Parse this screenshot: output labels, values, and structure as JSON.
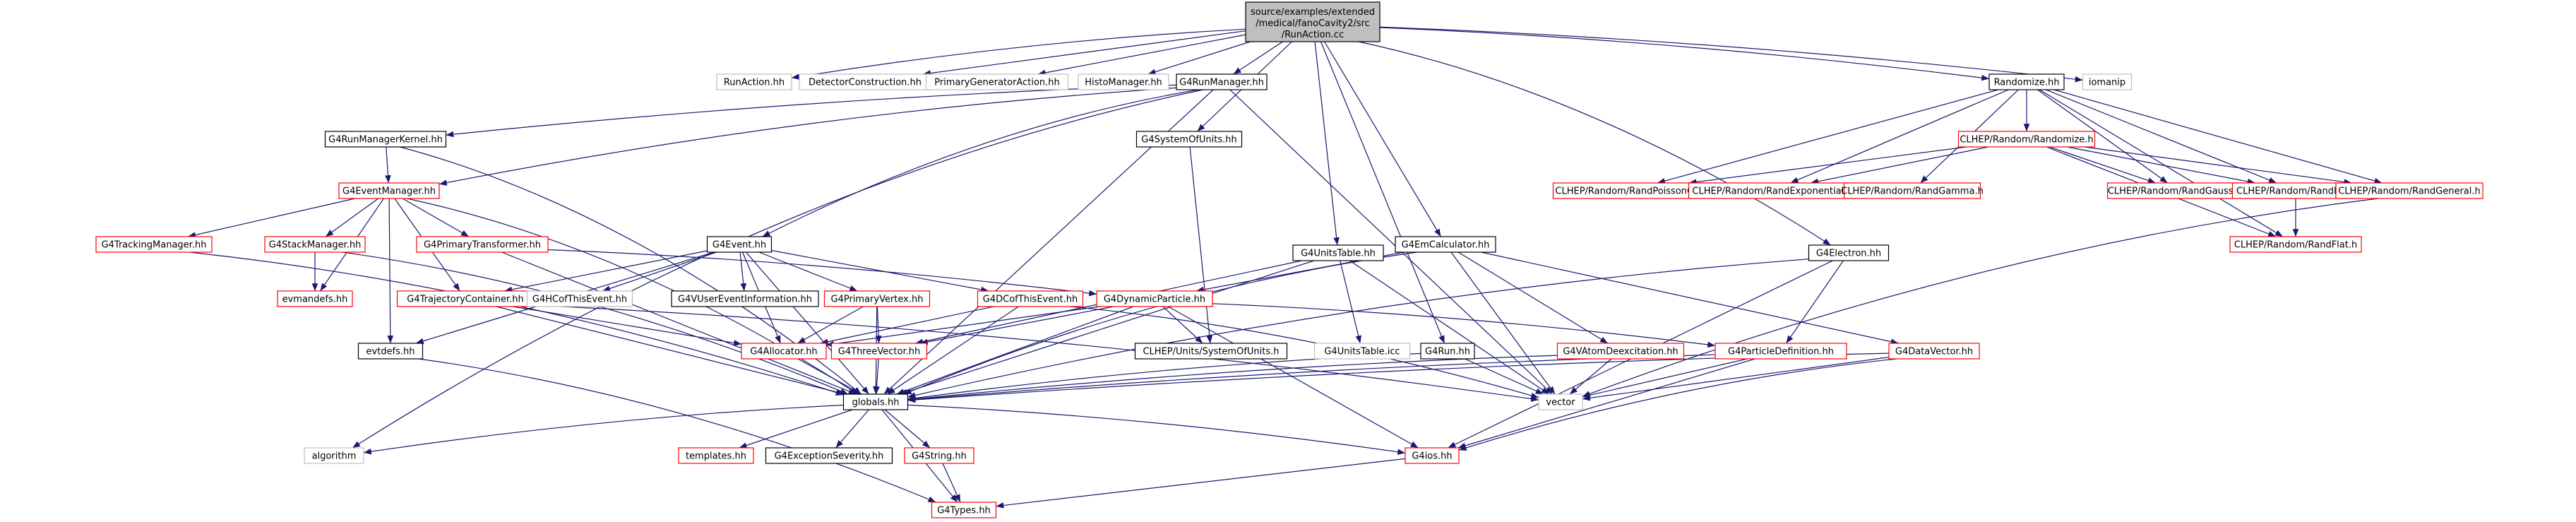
{
  "diagram": {
    "root": {
      "lines": [
        "source/examples/extended",
        "/medical/fanoCavity2/src",
        "/RunAction.cc"
      ],
      "fill": "#bfbfbf",
      "stroke": "#000000"
    },
    "colors": {
      "edge": "#191970",
      "normal_border": "#000000",
      "missing_border": "#bfbfbf",
      "linked_border": "#ff0000"
    },
    "nodes": [
      {
        "id": "RunAction.hh",
        "label": "RunAction.hh",
        "style": "missing"
      },
      {
        "id": "DetectorConstruction.hh",
        "label": "DetectorConstruction.hh",
        "style": "missing"
      },
      {
        "id": "PrimaryGeneratorAction.hh",
        "label": "PrimaryGeneratorAction.hh",
        "style": "missing"
      },
      {
        "id": "HistoManager.hh",
        "label": "HistoManager.hh",
        "style": "missing"
      },
      {
        "id": "G4RunManager.hh",
        "label": "G4RunManager.hh",
        "style": "normal"
      },
      {
        "id": "Randomize.hh",
        "label": "Randomize.hh",
        "style": "normal"
      },
      {
        "id": "iomanip",
        "label": "iomanip",
        "style": "missing"
      },
      {
        "id": "G4RunManagerKernel.hh",
        "label": "G4RunManagerKernel.hh",
        "style": "normal"
      },
      {
        "id": "G4SystemOfUnits.hh",
        "label": "G4SystemOfUnits.hh",
        "style": "normal"
      },
      {
        "id": "CLHEP/Random/Randomize.h",
        "label": "CLHEP/Random/Randomize.h",
        "style": "linked"
      },
      {
        "id": "G4EventManager.hh",
        "label": "G4EventManager.hh",
        "style": "linked"
      },
      {
        "id": "CLHEP/Random/RandPoissonQ.h",
        "label": "CLHEP/Random/RandPoissonQ.h",
        "style": "linked"
      },
      {
        "id": "CLHEP/Random/RandExponential.h",
        "label": "CLHEP/Random/RandExponential.h",
        "style": "linked"
      },
      {
        "id": "CLHEP/Random/RandGamma.h",
        "label": "CLHEP/Random/RandGamma.h",
        "style": "linked"
      },
      {
        "id": "CLHEP/Random/RandGaussQ.h",
        "label": "CLHEP/Random/RandGaussQ.h",
        "style": "linked"
      },
      {
        "id": "CLHEP/Random/RandBit.h",
        "label": "CLHEP/Random/RandBit.h",
        "style": "linked"
      },
      {
        "id": "CLHEP/Random/RandGeneral.h",
        "label": "CLHEP/Random/RandGeneral.h",
        "style": "linked"
      },
      {
        "id": "G4TrackingManager.hh",
        "label": "G4TrackingManager.hh",
        "style": "linked"
      },
      {
        "id": "G4StackManager.hh",
        "label": "G4StackManager.hh",
        "style": "linked"
      },
      {
        "id": "G4PrimaryTransformer.hh",
        "label": "G4PrimaryTransformer.hh",
        "style": "linked"
      },
      {
        "id": "G4Event.hh",
        "label": "G4Event.hh",
        "style": "normal"
      },
      {
        "id": "G4EmCalculator.hh",
        "label": "G4EmCalculator.hh",
        "style": "normal"
      },
      {
        "id": "CLHEP/Random/RandFlat.h",
        "label": "CLHEP/Random/RandFlat.h",
        "style": "linked"
      },
      {
        "id": "G4Electron.hh",
        "label": "G4Electron.hh",
        "style": "normal"
      },
      {
        "id": "evmandefs.hh",
        "label": "evmandefs.hh",
        "style": "linked"
      },
      {
        "id": "G4TrajectoryContainer.hh",
        "label": "G4TrajectoryContainer.hh",
        "style": "linked"
      },
      {
        "id": "G4HCofThisEvent.hh",
        "label": "G4HCofThisEvent.hh",
        "style": "missing"
      },
      {
        "id": "G4VUserEventInformation.hh",
        "label": "G4VUserEventInformation.hh",
        "style": "normal"
      },
      {
        "id": "G4PrimaryVertex.hh",
        "label": "G4PrimaryVertex.hh",
        "style": "linked"
      },
      {
        "id": "G4DCofThisEvent.hh",
        "label": "G4DCofThisEvent.hh",
        "style": "linked"
      },
      {
        "id": "G4DynamicParticle.hh",
        "label": "G4DynamicParticle.hh",
        "style": "linked"
      },
      {
        "id": "G4UnitsTable.hh",
        "label": "G4UnitsTable.hh",
        "style": "normal"
      },
      {
        "id": "evtdefs.hh",
        "label": "evtdefs.hh",
        "style": "normal"
      },
      {
        "id": "G4Allocator.hh",
        "label": "G4Allocator.hh",
        "style": "linked"
      },
      {
        "id": "G4ThreeVector.hh",
        "label": "G4ThreeVector.hh",
        "style": "linked"
      },
      {
        "id": "CLHEP/Units/SystemOfUnits.h",
        "label": "CLHEP/Units/SystemOfUnits.h",
        "style": "normal"
      },
      {
        "id": "G4UnitsTable.icc",
        "label": "G4UnitsTable.icc",
        "style": "missing"
      },
      {
        "id": "G4Run.hh",
        "label": "G4Run.hh",
        "style": "normal"
      },
      {
        "id": "G4VAtomDeexcitation.hh",
        "label": "G4VAtomDeexcitation.hh",
        "style": "linked"
      },
      {
        "id": "G4ParticleDefinition.hh",
        "label": "G4ParticleDefinition.hh",
        "style": "linked"
      },
      {
        "id": "G4DataVector.hh",
        "label": "G4DataVector.hh",
        "style": "linked"
      },
      {
        "id": "globals.hh",
        "label": "globals.hh",
        "style": "normal"
      },
      {
        "id": "vector",
        "label": "vector",
        "style": "missing"
      },
      {
        "id": "algorithm",
        "label": "algorithm",
        "style": "missing"
      },
      {
        "id": "templates.hh",
        "label": "templates.hh",
        "style": "linked"
      },
      {
        "id": "G4ExceptionSeverity.hh",
        "label": "G4ExceptionSeverity.hh",
        "style": "normal"
      },
      {
        "id": "G4String.hh",
        "label": "G4String.hh",
        "style": "linked"
      },
      {
        "id": "G4ios.hh",
        "label": "G4ios.hh",
        "style": "linked"
      },
      {
        "id": "G4Types.hh",
        "label": "G4Types.hh",
        "style": "linked"
      }
    ],
    "edges": [
      [
        "root",
        "RunAction.hh"
      ],
      [
        "root",
        "DetectorConstruction.hh"
      ],
      [
        "root",
        "PrimaryGeneratorAction.hh"
      ],
      [
        "root",
        "HistoManager.hh"
      ],
      [
        "root",
        "G4RunManager.hh"
      ],
      [
        "root",
        "Randomize.hh"
      ],
      [
        "root",
        "iomanip"
      ],
      [
        "root",
        "G4SystemOfUnits.hh"
      ],
      [
        "root",
        "G4UnitsTable.hh"
      ],
      [
        "root",
        "G4EmCalculator.hh"
      ],
      [
        "root",
        "G4Electron.hh"
      ],
      [
        "root",
        "G4Run.hh"
      ],
      [
        "G4RunManager.hh",
        "G4RunManagerKernel.hh"
      ],
      [
        "G4RunManager.hh",
        "G4EventManager.hh"
      ],
      [
        "G4RunManager.hh",
        "G4Event.hh"
      ],
      [
        "G4RunManager.hh",
        "globals.hh"
      ],
      [
        "G4RunManager.hh",
        "vector"
      ],
      [
        "G4RunManager.hh",
        "algorithm"
      ],
      [
        "G4RunManagerKernel.hh",
        "G4EventManager.hh"
      ],
      [
        "G4RunManagerKernel.hh",
        "globals.hh"
      ],
      [
        "G4SystemOfUnits.hh",
        "CLHEP/Units/SystemOfUnits.h"
      ],
      [
        "Randomize.hh",
        "CLHEP/Random/Randomize.h"
      ],
      [
        "Randomize.hh",
        "CLHEP/Random/RandPoissonQ.h"
      ],
      [
        "Randomize.hh",
        "CLHEP/Random/RandExponential.h"
      ],
      [
        "Randomize.hh",
        "CLHEP/Random/RandGamma.h"
      ],
      [
        "Randomize.hh",
        "CLHEP/Random/RandGaussQ.h"
      ],
      [
        "Randomize.hh",
        "CLHEP/Random/RandBit.h"
      ],
      [
        "Randomize.hh",
        "CLHEP/Random/RandGeneral.h"
      ],
      [
        "Randomize.hh",
        "CLHEP/Random/RandFlat.h"
      ],
      [
        "CLHEP/Random/Randomize.h",
        "CLHEP/Random/RandPoissonQ.h"
      ],
      [
        "CLHEP/Random/Randomize.h",
        "CLHEP/Random/RandExponential.h"
      ],
      [
        "CLHEP/Random/Randomize.h",
        "CLHEP/Random/RandGaussQ.h"
      ],
      [
        "CLHEP/Random/Randomize.h",
        "CLHEP/Random/RandBit.h"
      ],
      [
        "CLHEP/Random/Randomize.h",
        "CLHEP/Random/RandGeneral.h"
      ],
      [
        "CLHEP/Random/Randomize.h",
        "CLHEP/Random/RandFlat.h"
      ],
      [
        "CLHEP/Random/RandBit.h",
        "CLHEP/Random/RandFlat.h"
      ],
      [
        "CLHEP/Random/RandGeneral.h",
        "vector"
      ],
      [
        "G4EventManager.hh",
        "G4TrackingManager.hh"
      ],
      [
        "G4EventManager.hh",
        "G4StackManager.hh"
      ],
      [
        "G4EventManager.hh",
        "G4PrimaryTransformer.hh"
      ],
      [
        "G4EventManager.hh",
        "evmandefs.hh"
      ],
      [
        "G4EventManager.hh",
        "G4TrajectoryContainer.hh"
      ],
      [
        "G4EventManager.hh",
        "globals.hh"
      ],
      [
        "G4EventManager.hh",
        "evtdefs.hh"
      ],
      [
        "G4TrackingManager.hh",
        "globals.hh"
      ],
      [
        "G4StackManager.hh",
        "evmandefs.hh"
      ],
      [
        "G4StackManager.hh",
        "globals.hh"
      ],
      [
        "G4PrimaryTransformer.hh",
        "G4DynamicParticle.hh"
      ],
      [
        "G4PrimaryTransformer.hh",
        "globals.hh"
      ],
      [
        "G4Event.hh",
        "G4TrajectoryContainer.hh"
      ],
      [
        "G4Event.hh",
        "G4HCofThisEvent.hh"
      ],
      [
        "G4Event.hh",
        "G4VUserEventInformation.hh"
      ],
      [
        "G4Event.hh",
        "G4PrimaryVertex.hh"
      ],
      [
        "G4Event.hh",
        "G4DCofThisEvent.hh"
      ],
      [
        "G4Event.hh",
        "G4Allocator.hh"
      ],
      [
        "G4Event.hh",
        "evtdefs.hh"
      ],
      [
        "G4Event.hh",
        "globals.hh"
      ],
      [
        "G4TrajectoryContainer.hh",
        "G4Allocator.hh"
      ],
      [
        "G4TrajectoryContainer.hh",
        "globals.hh"
      ],
      [
        "G4TrajectoryContainer.hh",
        "vector"
      ],
      [
        "G4PrimaryVertex.hh",
        "G4Allocator.hh"
      ],
      [
        "G4PrimaryVertex.hh",
        "G4ThreeVector.hh"
      ],
      [
        "G4PrimaryVertex.hh",
        "globals.hh"
      ],
      [
        "G4DCofThisEvent.hh",
        "G4Allocator.hh"
      ],
      [
        "G4DCofThisEvent.hh",
        "globals.hh"
      ],
      [
        "G4DCofThisEvent.hh",
        "vector"
      ],
      [
        "G4EmCalculator.hh",
        "G4DynamicParticle.hh"
      ],
      [
        "G4EmCalculator.hh",
        "G4VAtomDeexcitation.hh"
      ],
      [
        "G4EmCalculator.hh",
        "G4DataVector.hh"
      ],
      [
        "G4EmCalculator.hh",
        "globals.hh"
      ],
      [
        "G4EmCalculator.hh",
        "vector"
      ],
      [
        "G4DynamicParticle.hh",
        "G4Allocator.hh"
      ],
      [
        "G4DynamicParticle.hh",
        "G4ThreeVector.hh"
      ],
      [
        "G4DynamicParticle.hh",
        "CLHEP/Units/SystemOfUnits.h"
      ],
      [
        "G4DynamicParticle.hh",
        "G4ParticleDefinition.hh"
      ],
      [
        "G4DynamicParticle.hh",
        "globals.hh"
      ],
      [
        "G4DynamicParticle.hh",
        "G4ios.hh"
      ],
      [
        "G4UnitsTable.hh",
        "G4UnitsTable.icc"
      ],
      [
        "G4UnitsTable.hh",
        "globals.hh"
      ],
      [
        "G4UnitsTable.hh",
        "vector"
      ],
      [
        "G4UnitsTable.hh",
        "G4ThreeVector.hh"
      ],
      [
        "G4Run.hh",
        "globals.hh"
      ],
      [
        "G4Run.hh",
        "vector"
      ],
      [
        "G4Electron.hh",
        "G4ParticleDefinition.hh"
      ],
      [
        "G4Electron.hh",
        "globals.hh"
      ],
      [
        "G4Electron.hh",
        "G4ios.hh"
      ],
      [
        "G4VAtomDeexcitation.hh",
        "globals.hh"
      ],
      [
        "G4VAtomDeexcitation.hh",
        "vector"
      ],
      [
        "G4ParticleDefinition.hh",
        "globals.hh"
      ],
      [
        "G4ParticleDefinition.hh",
        "vector"
      ],
      [
        "G4ParticleDefinition.hh",
        "G4ios.hh"
      ],
      [
        "G4DataVector.hh",
        "globals.hh"
      ],
      [
        "G4DataVector.hh",
        "vector"
      ],
      [
        "G4DataVector.hh",
        "G4ios.hh"
      ],
      [
        "evtdefs.hh",
        "G4Types.hh"
      ],
      [
        "G4Allocator.hh",
        "globals.hh"
      ],
      [
        "G4ThreeVector.hh",
        "globals.hh"
      ],
      [
        "globals.hh",
        "algorithm"
      ],
      [
        "globals.hh",
        "templates.hh"
      ],
      [
        "globals.hh",
        "G4ExceptionSeverity.hh"
      ],
      [
        "globals.hh",
        "G4String.hh"
      ],
      [
        "globals.hh",
        "G4ios.hh"
      ],
      [
        "globals.hh",
        "G4Types.hh"
      ],
      [
        "G4String.hh",
        "G4Types.hh"
      ],
      [
        "G4ios.hh",
        "G4Types.hh"
      ]
    ]
  }
}
